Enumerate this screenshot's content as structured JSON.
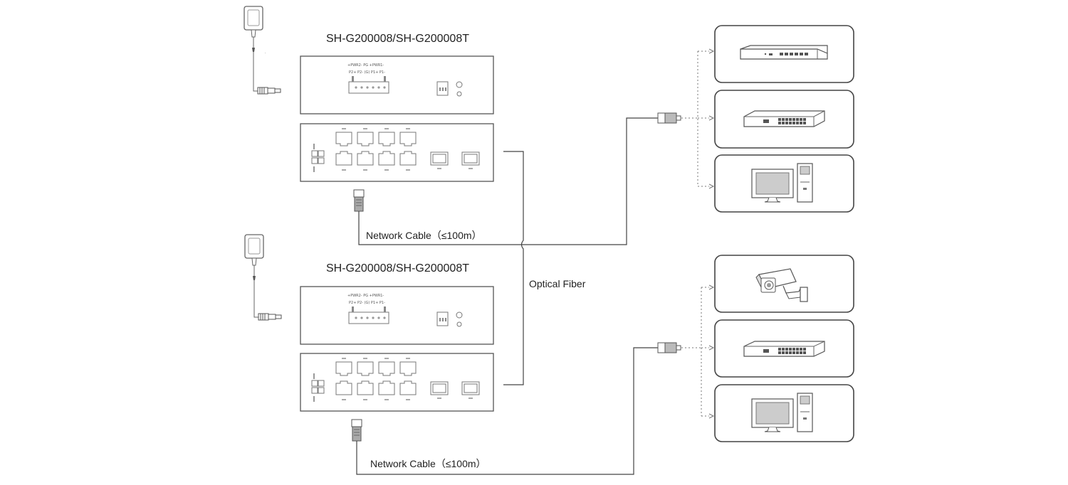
{
  "diagram": {
    "switch_top": {
      "model_label": "SH-G200008/SH-G200008T"
    },
    "switch_bottom": {
      "model_label": "SH-G200008/SH-G200008T"
    },
    "cable_top": {
      "label": "Network Cable（≤100m）"
    },
    "cable_bottom": {
      "label": "Network Cable（≤100m）"
    },
    "fiber": {
      "label": "Optical Fiber"
    },
    "panel_text": {
      "pwr_header": "+PWR2-  PG  +PWR1-",
      "pwr_sub": "P2+ P2-   (G)    P1+ P1-"
    },
    "devices_top": [
      {
        "icon": "router-icon"
      },
      {
        "icon": "network-switch-icon"
      },
      {
        "icon": "computer-icon"
      }
    ],
    "devices_bottom": [
      {
        "icon": "cctv-camera-icon"
      },
      {
        "icon": "network-switch-icon"
      },
      {
        "icon": "computer-icon"
      }
    ],
    "colors": {
      "stroke": "#444444",
      "background": "#ffffff"
    }
  }
}
